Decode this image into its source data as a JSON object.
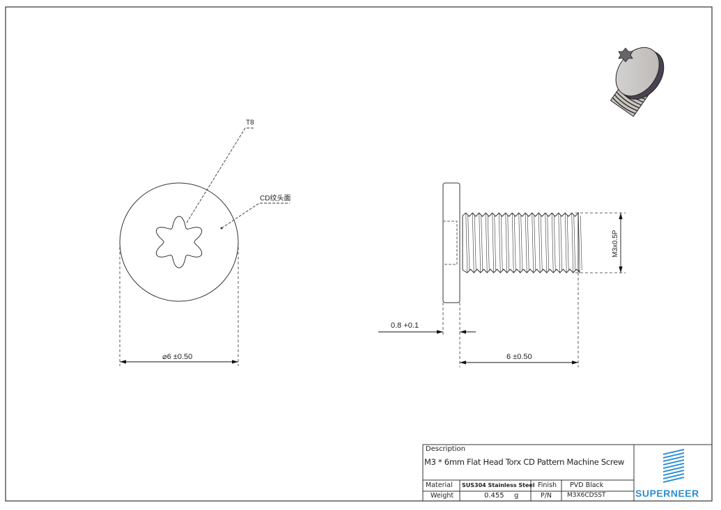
{
  "drawing": {
    "front_view": {
      "drive_callout": "T8",
      "surface_callout": "CD纹头面",
      "diameter_dim": "⌀6 ±0.50"
    },
    "side_view": {
      "head_thickness_dim": "0.8 +0.1",
      "length_dim": "6 ±0.50",
      "thread_dim": "M3x0.5P"
    }
  },
  "title_block": {
    "description_label": "Description",
    "description": "M3 * 6mm Flat Head Torx CD Pattern Machine Screw",
    "material_label": "Material",
    "material": "SUS304 Stainless Steel",
    "finish_label": "Finish",
    "finish": "PVD Black",
    "weight_label": "Weight",
    "weight": "0.455",
    "weight_unit": "g",
    "pn_label": "P/N",
    "pn": "M3X6CDSST",
    "brand": "SUPERNEER",
    "brand_color": "#2a8fd6"
  }
}
